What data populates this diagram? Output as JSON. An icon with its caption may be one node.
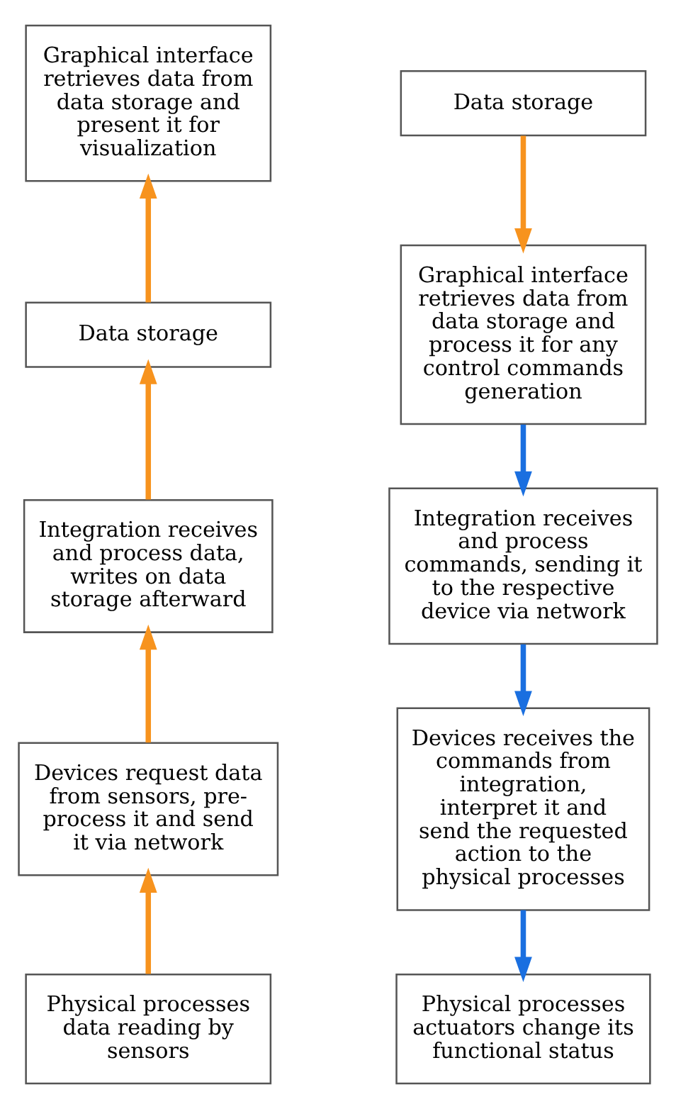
{
  "diagram": {
    "nodes": [
      {
        "text": [
          "Graphical interface retrieves data from data storage and present it for visualization"
        ]
      },
      {
        "text": [
          "Data storage"
        ]
      },
      {
        "text": [
          "Integration receives and process data, writes on data storage afterward"
        ]
      },
      {
        "text": [
          "Devices request data from sensors, pre-process it and send it via network"
        ]
      },
      {
        "text": [
          "Physical processes data reading by sensors"
        ]
      },
      {
        "text": [
          "Data storage"
        ]
      },
      {
        "text": [
          "Graphical interface retrieves data from data storage and process it for any control commands generation"
        ]
      },
      {
        "text": [
          "Integration receives and process commands, sending it to the respective device via network"
        ]
      },
      {
        "text": [
          "Devices receives the commands from integration, interpret it and send the requested action to the physical processes"
        ]
      },
      {
        "text": [
          "Physical processes actuators change its functional status"
        ]
      }
    ],
    "edges": [
      {
        "from": 4,
        "to": 3,
        "arrow": "to"
      },
      {
        "from": 3,
        "to": 2,
        "arrow": "to"
      },
      {
        "from": 2,
        "to": 1,
        "arrow": "to"
      },
      {
        "from": 1,
        "to": 0,
        "arrow": "to"
      },
      {
        "from": 5,
        "to": 6,
        "arrow": "to"
      },
      {
        "from": 6,
        "to": 7,
        "arrow": "to",
        "color": "#1a6fe0"
      },
      {
        "from": 7,
        "to": 8,
        "arrow": "to",
        "color": "#1a6fe0"
      },
      {
        "from": 8,
        "to": 9,
        "arrow": "to",
        "color": "#1a6fe0"
      }
    ]
  }
}
